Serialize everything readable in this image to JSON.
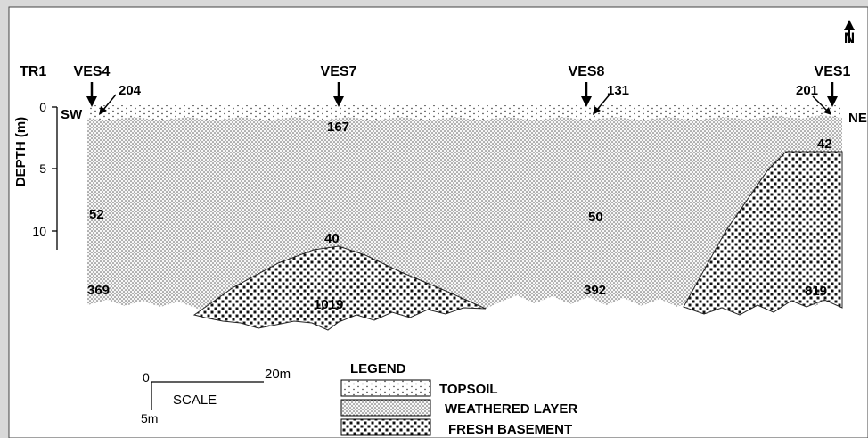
{
  "profile": {
    "name": "TR1",
    "axis_label": "DEPTH (m)",
    "depth_ticks": [
      "0",
      "5",
      "10"
    ],
    "direction_left": "SW",
    "direction_right": "NE",
    "north_label": "N"
  },
  "stations": [
    {
      "name": "VES4",
      "topsoil_resistivity": "204"
    },
    {
      "name": "VES7",
      "topsoil_resistivity": ""
    },
    {
      "name": "VES8",
      "topsoil_resistivity": "131"
    },
    {
      "name": "VES1",
      "topsoil_resistivity": "201"
    }
  ],
  "resistivity_labels": {
    "ves7_top": "167",
    "ves1_weathered": "42",
    "ves4_weathered": "52",
    "ves8_weathered": "50",
    "ves7_weathered": "40",
    "ves4_basement": "369",
    "ves7_basement": "1019",
    "ves8_basement": "392",
    "ves1_basement": "819"
  },
  "scale": {
    "title": "SCALE",
    "origin": "0",
    "horizontal": "20m",
    "vertical": "5m"
  },
  "legend": {
    "title": "LEGEND",
    "items": [
      {
        "id": "topsoil",
        "label": "TOPSOIL"
      },
      {
        "id": "weathered",
        "label": "WEATHERED LAYER"
      },
      {
        "id": "basement",
        "label": "FRESH BASEMENT"
      }
    ]
  }
}
